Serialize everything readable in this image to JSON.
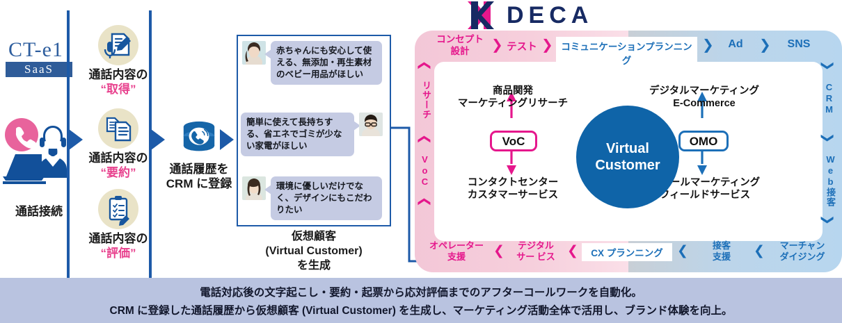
{
  "left": {
    "logo": {
      "top": "CT-e1",
      "bar": "SaaS"
    },
    "connect_label": "通話接続",
    "features": [
      {
        "title": "通話内容の",
        "quoted": "“取得”",
        "icon": "mic-document-pencil-icon"
      },
      {
        "title": "通話内容の",
        "quoted": "“要約”",
        "icon": "documents-icon"
      },
      {
        "title": "通話内容の",
        "quoted": "“評価”",
        "icon": "clipboard-check-pencil-icon"
      }
    ],
    "crm_register": {
      "line1": "通話履歴を",
      "line2": "CRM に登録",
      "icon": "database-call-icon"
    }
  },
  "bubbles": {
    "items": [
      {
        "side": "right",
        "text": "赤ちゃんにも安心して使える、無添加・再生素材のベビー用品がほしい",
        "avatar": "woman-avatar-1"
      },
      {
        "side": "left",
        "text": "簡単に使えて長持ちする、省エネでゴミが少ない家電がほしい",
        "avatar": "man-avatar-1"
      },
      {
        "side": "right",
        "text": "環境に優しいだけでなく、デザインにもこだわりたい",
        "avatar": "woman-avatar-2"
      }
    ],
    "caption": {
      "l1": "仮想顧客",
      "l2": "(Virtual Customer)",
      "l3": "を生成"
    }
  },
  "deca": {
    "brand": "DECA",
    "brand_mark": "x-logo-icon",
    "top_steps": [
      {
        "label": "コンセプト\n設計",
        "style": "pink"
      },
      {
        "label": "テスト",
        "style": "pink"
      },
      {
        "label": "コミュニケーションプランニング",
        "style": "highlight"
      },
      {
        "label": "Ad",
        "style": "blue"
      },
      {
        "label": "SNS",
        "style": "blue"
      }
    ],
    "bottom_steps": [
      {
        "label": "オペレーター\n支援",
        "style": "pink"
      },
      {
        "label": "テジタル\nサー ビス",
        "style": "pink"
      },
      {
        "label": "CX プランニング",
        "style": "highlight"
      },
      {
        "label": "接客\n支援",
        "style": "blue"
      },
      {
        "label": "マーチャン\nダイジング",
        "style": "blue"
      }
    ],
    "left_strip": [
      "リサーチ",
      "VoC"
    ],
    "right_strip": [
      "CRM",
      "Web接客"
    ],
    "center": {
      "l1": "Virtual",
      "l2": "Customer"
    },
    "nodes": {
      "top_left": "商品関発\nマーケティングリサーチ",
      "bottom_left": "コンタクトセンター\nカスタマーサービス",
      "top_right": "デジタルマーケティング\nE-Commerce",
      "bottom_right": "リテールマーケティング\nフィールドサービス"
    },
    "tags": {
      "left": "VoC",
      "right": "OMO"
    },
    "colors": {
      "pink": "#ec2d8a",
      "blue": "#1c6fb8",
      "navy": "#172a63",
      "circle": "#0f64a8"
    }
  },
  "caption": {
    "line1": "電話対応後の文字起こし・要約・起票から応対評価までのアフターコールワークを自動化。",
    "line2": "CRM に登録した通話履歴から仮想顧客 (Virtual Customer) を生成し、マーケティング活動全体で活用し、ブランド体験を向上。"
  }
}
